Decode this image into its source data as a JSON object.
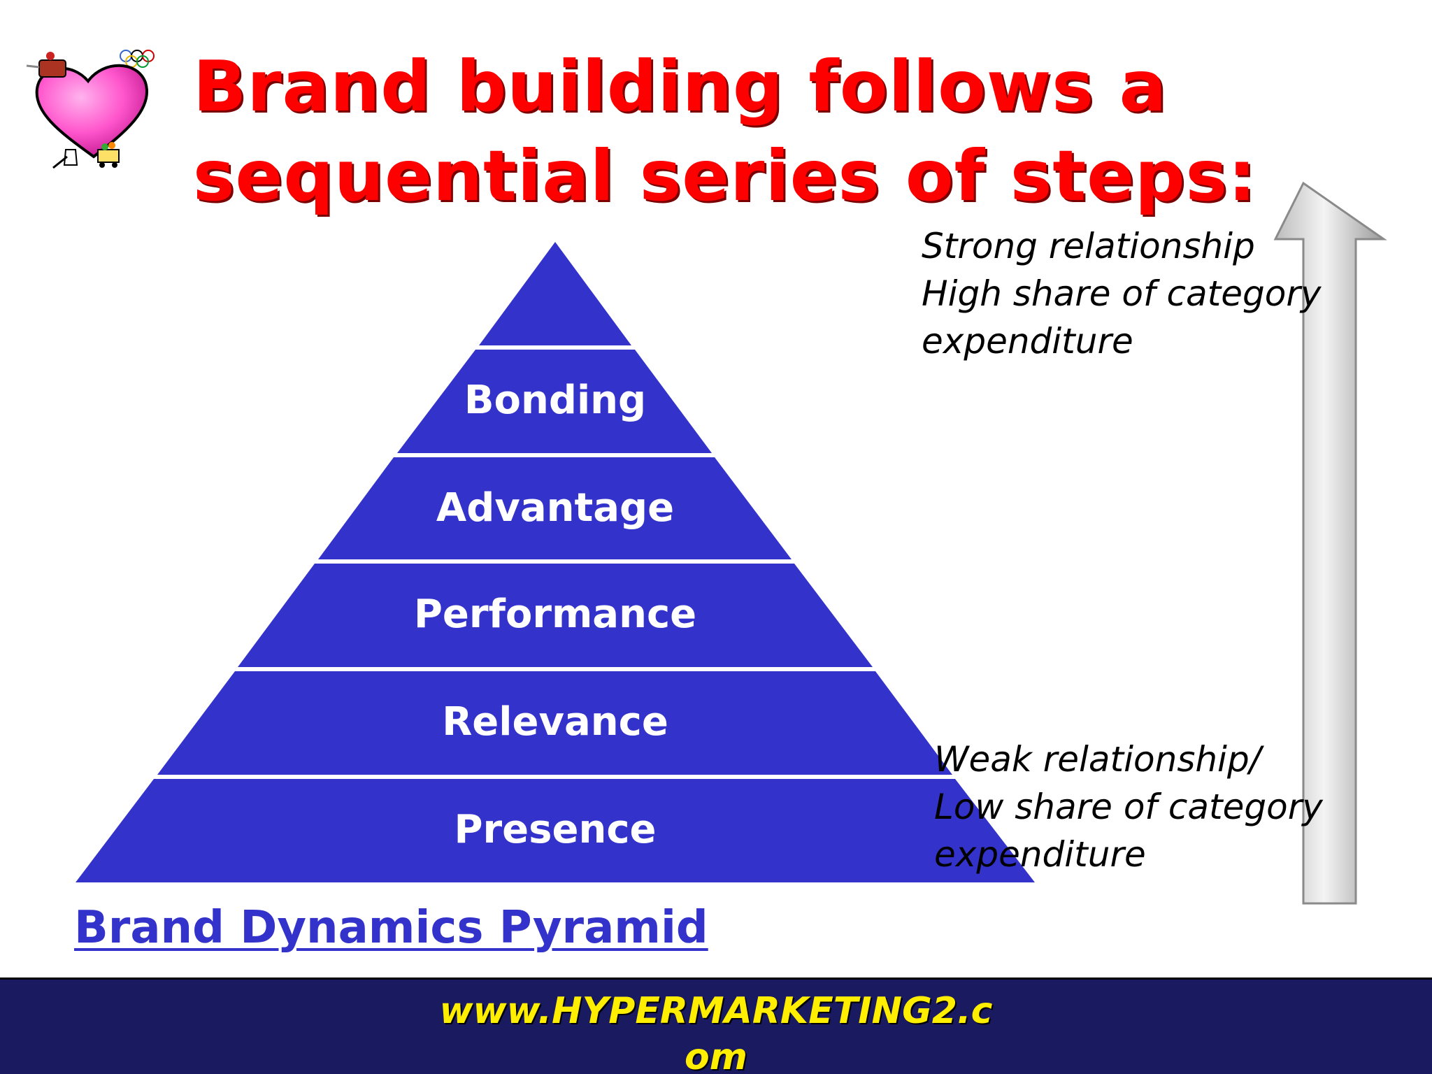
{
  "colors": {
    "title": "#ff0000",
    "pyramid": "#3333cc",
    "divider": "#ffffff",
    "caption": "#3333cc",
    "footer_bg": "#1a1a60",
    "footer_text": "#ffee00",
    "arrow": "#d9d9d9"
  },
  "icons": {
    "logo": "heart-shopping-cart-icon",
    "arrow": "up-arrow-icon"
  },
  "slide": {
    "title_line1": "Brand building follows a",
    "title_line2": "sequential series of steps:"
  },
  "pyramid": {
    "tiers": [
      {
        "label": ""
      },
      {
        "label": "Bonding"
      },
      {
        "label": "Advantage"
      },
      {
        "label": "Performance"
      },
      {
        "label": "Relevance"
      },
      {
        "label": "Presence"
      }
    ]
  },
  "notes": {
    "top": {
      "line1": "Strong relationship",
      "line2": "High share of category",
      "line3": "expenditure"
    },
    "bottom": {
      "line1": "Weak relationship/",
      "line2": "Low share of category",
      "line3": "expenditure"
    }
  },
  "caption": "Brand Dynamics Pyramid",
  "footer": {
    "link_text": "www.HYPERMARKETING2.com"
  }
}
